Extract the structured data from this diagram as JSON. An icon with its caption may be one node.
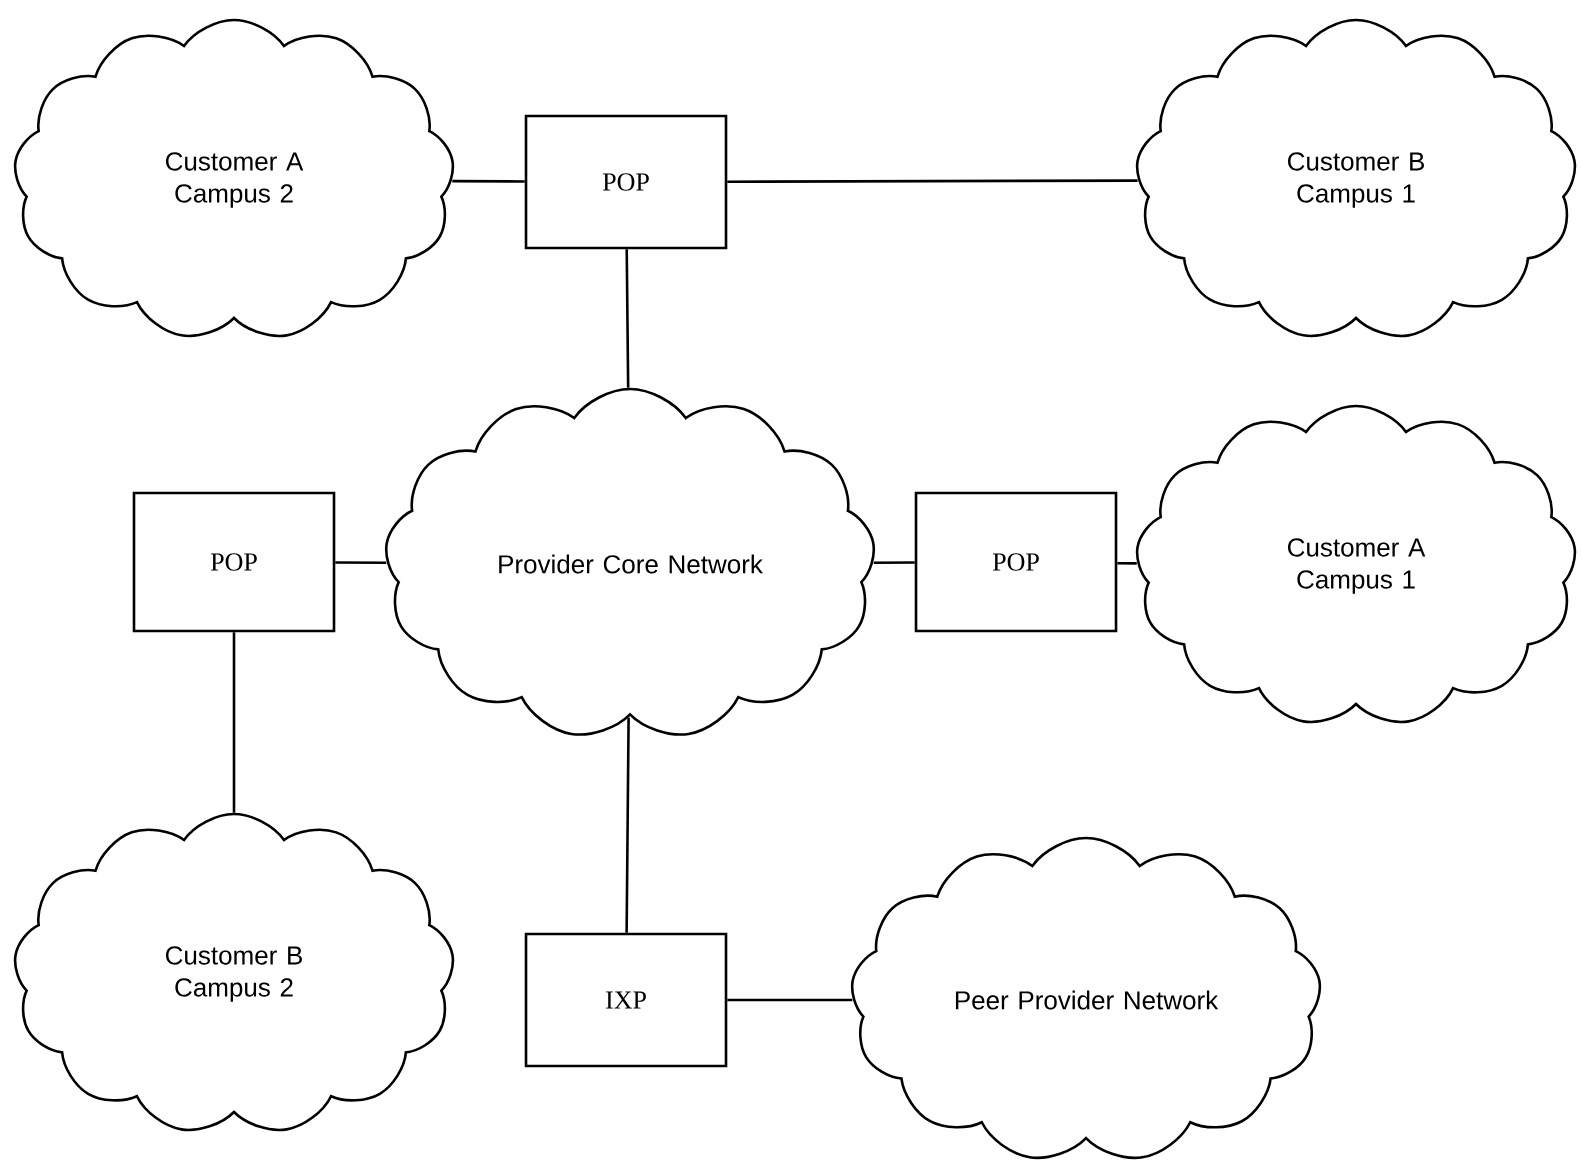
{
  "diagram": {
    "nodes": [
      {
        "text": [
          "Customer A Campus 2"
        ]
      },
      {
        "text": [
          "POP"
        ]
      },
      {
        "text": [
          "Customer B Campus 1"
        ]
      },
      {
        "text": [
          "POP"
        ]
      },
      {
        "text": [
          "Provider Core Network"
        ]
      },
      {
        "text": [
          "POP"
        ]
      },
      {
        "text": [
          "Customer A Campus 1"
        ]
      },
      {
        "text": [
          "Customer B Campus 2"
        ]
      },
      {
        "text": [
          "IXP"
        ]
      },
      {
        "text": [
          "Peer Provider Network"
        ]
      }
    ],
    "edges": [
      {
        "from": 0,
        "to": 1,
        "arrow": "none"
      },
      {
        "from": 1,
        "to": 2,
        "arrow": "none"
      },
      {
        "from": 1,
        "to": 4,
        "arrow": "none"
      },
      {
        "from": 3,
        "to": 4,
        "arrow": "none"
      },
      {
        "from": 4,
        "to": 5,
        "arrow": "none"
      },
      {
        "from": 5,
        "to": 6,
        "arrow": "none"
      },
      {
        "from": 3,
        "to": 7,
        "arrow": "none"
      },
      {
        "from": 4,
        "to": 8,
        "arrow": "none"
      },
      {
        "from": 8,
        "to": 9,
        "arrow": "none"
      }
    ]
  }
}
